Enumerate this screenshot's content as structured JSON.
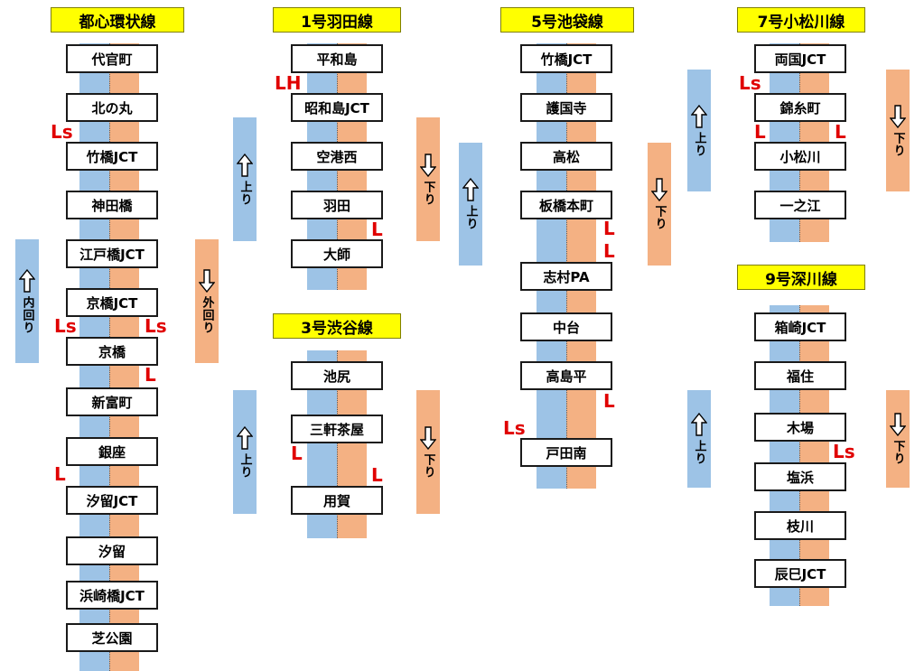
{
  "lines": {
    "toshin": {
      "title": "都心環状線",
      "stations": [
        "代官町",
        "北の丸",
        "竹橋JCT",
        "神田橋",
        "江戸橋JCT",
        "京橋JCT",
        "京橋",
        "新富町",
        "銀座",
        "汐留JCT",
        "汐留",
        "浜崎橋JCT",
        "芝公園"
      ],
      "arrows": [
        "内回り",
        "外回り"
      ]
    },
    "haneda": {
      "title": "1号羽田線",
      "stations": [
        "平和島",
        "昭和島JCT",
        "空港西",
        "羽田",
        "大師"
      ],
      "arrows": [
        "上り",
        "下り"
      ]
    },
    "shibuya": {
      "title": "3号渋谷線",
      "stations": [
        "池尻",
        "三軒茶屋",
        "用賀"
      ],
      "arrows": [
        "上り",
        "下り"
      ]
    },
    "ikebukuro": {
      "title": "5号池袋線",
      "stations": [
        "竹橋JCT",
        "護国寺",
        "高松",
        "板橋本町",
        "志村PA",
        "中台",
        "高島平",
        "戸田南"
      ],
      "arrows": [
        "上り",
        "下り"
      ]
    },
    "komatsugawa": {
      "title": "7号小松川線",
      "stations": [
        "両国JCT",
        "錦糸町",
        "小松川",
        "一之江"
      ],
      "arrows": [
        "上り",
        "下り"
      ]
    },
    "fukagawa": {
      "title": "9号深川線",
      "stations": [
        "箱崎JCT",
        "福住",
        "木場",
        "塩浜",
        "枝川",
        "辰巳JCT"
      ],
      "arrows": [
        "上り",
        "下り"
      ]
    }
  },
  "marks": {
    "ls": "Ls",
    "l": "L",
    "lh": "LH"
  },
  "colors": {
    "up_track": "#9dc3e6",
    "down_track": "#f4b183",
    "title_bg": "#ffff00",
    "mark": "#e00000"
  }
}
